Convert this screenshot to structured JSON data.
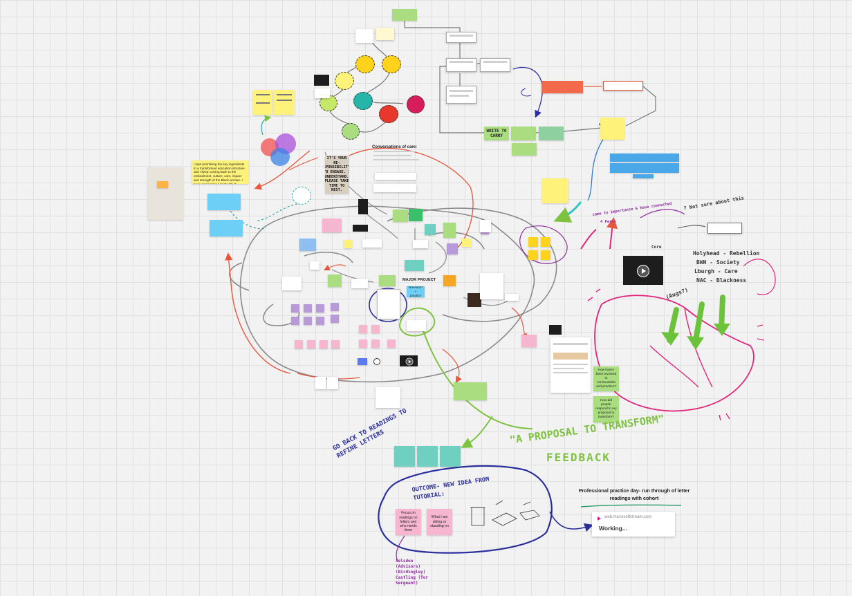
{
  "notes": {
    "conversations_title": "Conversations of care:",
    "major_project": "MAJOR PROJECT",
    "research_practice": "Research + practice",
    "write_to_carry": "WRITE TO CARRY",
    "breakout_notes": "I kept prioritising the key ingredients to a transformed education structure and I keep coming back to the embodiment, culture, care, impact and strength of the Black woman. I keep coming back to the Black woman.",
    "poster_text": "IT'S YOUR RE-SPONSIBILITY TO ENGAGE. I UNDERSTAND. PLEASE TAKE TIME TO REST.",
    "how_have_i_been": "How have I been involved in communities and practice?",
    "how_did_people": "How did people respond to my proposal to transform?",
    "focus_readings": "Focus on readings on letters and who needs them",
    "what_i_am": "What I am sitting or standing on",
    "prof_practice_title": "Professional practice day- run through of letter readings with cohort",
    "stream_url": "web.microsoftstream.com",
    "stream_status": "Working..."
  },
  "handwriting": {
    "proposal": "\"A PROPOSAL TO TRANSFORM\"",
    "feedback": "FEEDBACK",
    "go_back": "GO BACK TO READINGS TO REFINE LETTERS",
    "outcome": "OUTCOME- NEW IDEA FROM TUTORIAL:",
    "came_to_importance": "came to importance & have connected",
    "holyhead": "Holyhead - Rebellion",
    "bbbb": "BWH - Society",
    "lough": "Lburgh - Care",
    "nac": "NAC - Blackness",
    "augs": "(Augs?)",
    "part_four": "4 Parts",
    "tbc": "? Not sure about this",
    "selsdon": "Selsdon (Advisors) (Birdingley) Castling (for Sergeant)",
    "core": "Core"
  },
  "colors": {
    "pink_ink": "#e0257a",
    "green_ink": "#7fc241",
    "navy_ink": "#2b2f9c",
    "purple_ink": "#8b2c9c",
    "yellow_sticky": "#fff27a",
    "green_sticky": "#a9dd80",
    "pink_sticky": "#f7b6d0",
    "teal_sticky": "#6fcfc0",
    "blue_sticky": "#6ecff6",
    "red_arrow": "#e8553a",
    "grey_line": "#8a8a8a"
  },
  "icons": [
    "play-icon",
    "arrow-icon",
    "microsoft-stream-icon",
    "chevron-icon"
  ]
}
